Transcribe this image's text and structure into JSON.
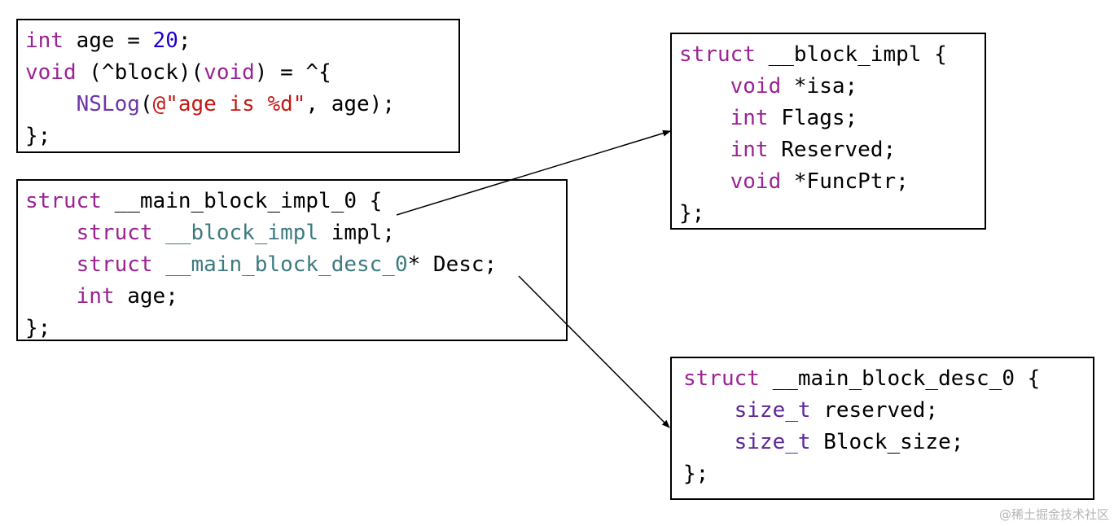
{
  "source_code": {
    "l1": {
      "t1": "int",
      "t2": " age = ",
      "t3": "20",
      "t4": ";"
    },
    "l2": {
      "t1": "void",
      "t2": " (^block)(",
      "t3": "void",
      "t4": ") = ^{"
    },
    "l3": {
      "t1": "    ",
      "t2": "NSLog",
      "t3": "(",
      "t4": "@\"age is %d\"",
      "t5": ", age);"
    },
    "l4": {
      "t1": "};"
    }
  },
  "main_block_impl": {
    "l1": {
      "t1": "struct",
      "t2": " __main_block_impl_0 {"
    },
    "l2": {
      "t1": "    ",
      "t2": "struct",
      "t3": " ",
      "t4": "__block_impl",
      "t5": " impl;"
    },
    "l3": {
      "t1": "    ",
      "t2": "struct",
      "t3": " ",
      "t4": "__main_block_desc_0",
      "t5": "* Desc;"
    },
    "l4": {
      "t1": "    ",
      "t2": "int",
      "t3": " age;"
    },
    "l5": {
      "t1": "};"
    }
  },
  "block_impl": {
    "l1": {
      "t1": "struct",
      "t2": " __block_impl {"
    },
    "l2": {
      "t1": "    ",
      "t2": "void",
      "t3": " *isa;"
    },
    "l3": {
      "t1": "    ",
      "t2": "int",
      "t3": " Flags;"
    },
    "l4": {
      "t1": "    ",
      "t2": "int",
      "t3": " Reserved;"
    },
    "l5": {
      "t1": "    ",
      "t2": "void",
      "t3": " *FuncPtr;"
    },
    "l6": {
      "t1": "};"
    }
  },
  "main_block_desc": {
    "l1": {
      "t1": "struct",
      "t2": " __main_block_desc_0 {"
    },
    "l2": {
      "t1": "    ",
      "t2": "size_t",
      "t3": " reserved;"
    },
    "l3": {
      "t1": "    ",
      "t2": "size_t",
      "t3": " Block_size;"
    },
    "l4": {
      "t1": "};"
    }
  },
  "watermark": "@稀土掘金技术社区",
  "colors": {
    "keyword": "#9b2393",
    "number": "#1c00cf",
    "string": "#c41a16",
    "function": "#6c36a9",
    "type": "#3d7a80",
    "size_type": "#5c2699",
    "plain": "#000000",
    "border": "#000000"
  }
}
